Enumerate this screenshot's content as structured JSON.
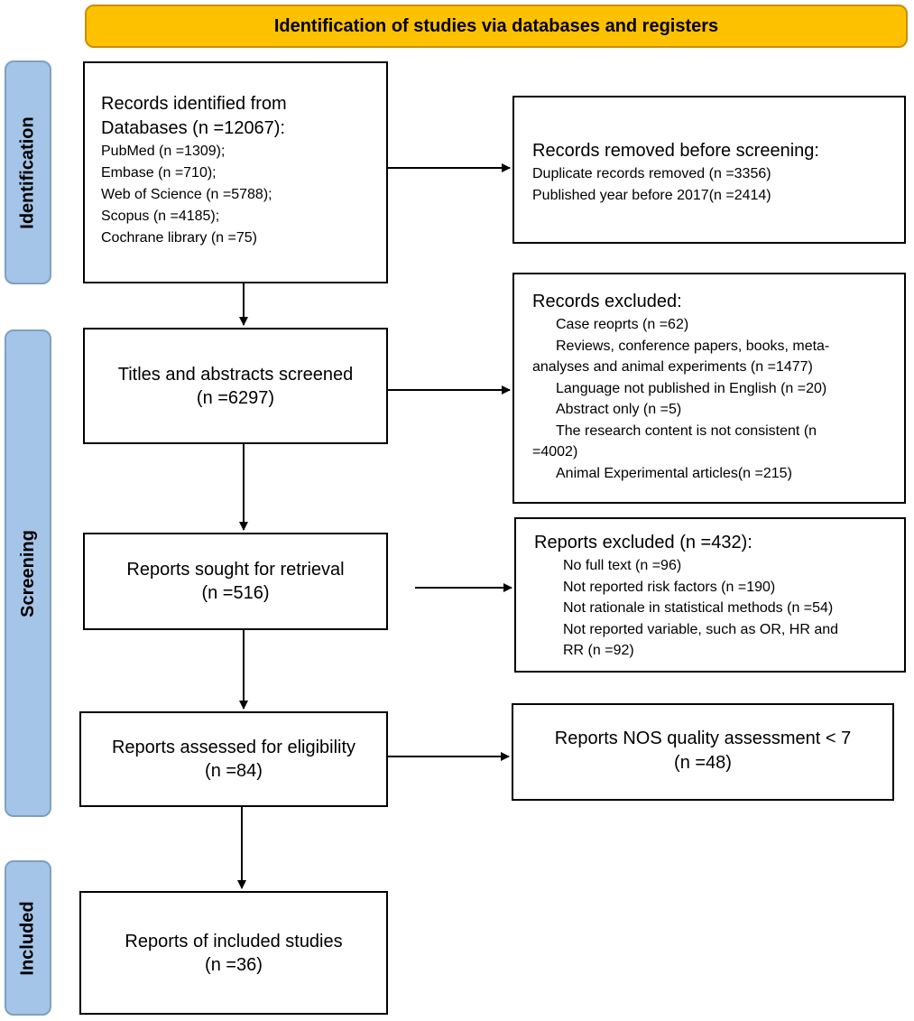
{
  "header": {
    "title": "Identification of studies via databases and registers"
  },
  "phases": {
    "identification": "Identification",
    "screening": "Screening",
    "included": "Included"
  },
  "records_identified": {
    "title_line1": "Records identified from",
    "title_line2": "Databases (n =12067):",
    "items": [
      "PubMed (n =1309);",
      "Embase (n =710);",
      "Web of Science (n =5788);",
      "Scopus (n =4185);",
      "Cochrane library (n =75)"
    ]
  },
  "records_removed": {
    "heading": "Records removed before screening:",
    "items": [
      "Duplicate records removed (n =3356)",
      "Published year before 2017(n =2414)"
    ]
  },
  "titles_screened": {
    "line1": "Titles and abstracts screened",
    "line2": "(n =6297)"
  },
  "records_excluded": {
    "heading": "Records excluded:",
    "items": [
      "Case reoprts (n =62)",
      "Reviews, conference papers, books, meta-",
      "analyses and animal experiments (n =1477)",
      "Language not published in English (n =20)",
      "Abstract only (n =5)",
      "The research content is not consistent (n",
      "=4002)",
      "Animal Experimental articles(n =215)"
    ]
  },
  "sought_retrieval": {
    "line1": "Reports sought for retrieval",
    "line2": "(n =516)"
  },
  "reports_excluded": {
    "heading": "Reports excluded (n =432):",
    "items": [
      "No full text (n =96)",
      "Not reported risk factors (n =190)",
      "Not rationale in statistical methods (n =54)",
      "Not reported variable, such as OR, HR and",
      "RR (n =92)"
    ]
  },
  "assessed_eligibility": {
    "line1": "Reports assessed for eligibility",
    "line2": "(n =84)"
  },
  "nos_quality": {
    "line1": "Reports NOS quality assessment < 7",
    "line2": "(n =48)"
  },
  "included_studies": {
    "line1": "Reports of included studies",
    "line2": "(n =36)"
  }
}
